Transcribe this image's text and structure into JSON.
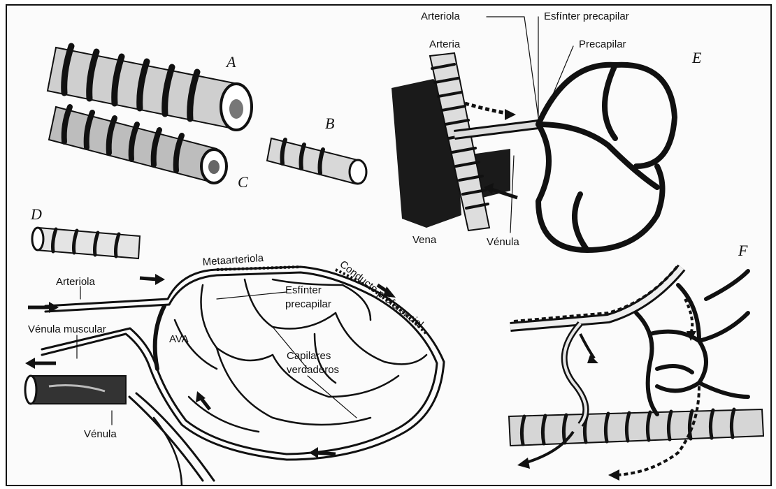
{
  "panels": {
    "A": "A",
    "B": "B",
    "C": "C",
    "D": "D",
    "E": "E",
    "F": "F"
  },
  "labels_e": {
    "arteriola": "Arteriola",
    "esfinter": "Esfínter precapilar",
    "arteria": "Arteria",
    "precapilar": "Precapilar",
    "vena": "Vena",
    "venula": "Vénula"
  },
  "labels_d": {
    "metaarteriola": "Metaarteriola",
    "conducto": "Conducto preferencial",
    "arteriola": "Arteriola",
    "esfinter_1": "Esfínter",
    "esfinter_2": "precapilar",
    "venula_muscular": "Vénula muscular",
    "ava": "AVA",
    "capilares_1": "Capilares",
    "capilares_2": "verdaderos",
    "venula": "Vénula"
  }
}
